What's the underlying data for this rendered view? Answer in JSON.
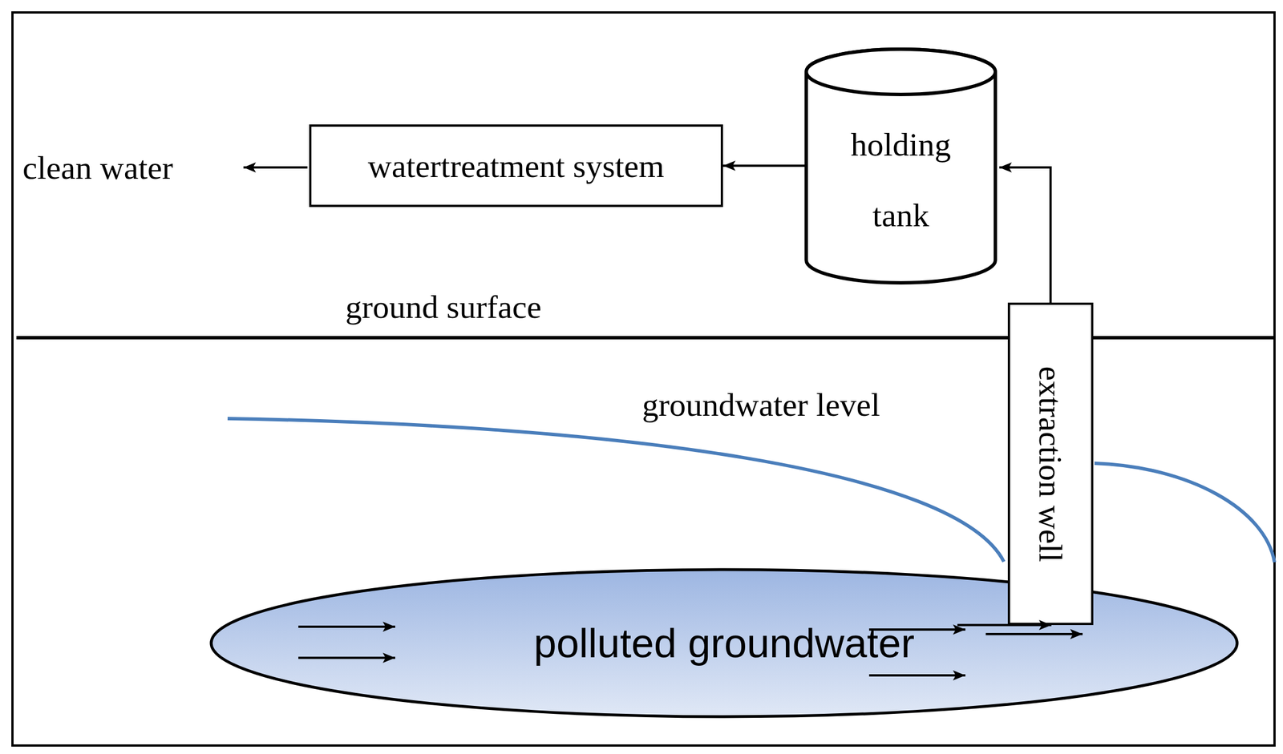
{
  "diagram": {
    "nodes": [
      {
        "text": [
          "watertreatment system"
        ]
      },
      {
        "text": [
          "holding tank"
        ]
      },
      {
        "text": [
          "extraction well"
        ]
      },
      {
        "text": [
          "polluted groundwater"
        ]
      }
    ],
    "edges": [
      {
        "from": 1,
        "to": 0,
        "arrow": "to"
      },
      {
        "from": 2,
        "to": 1,
        "arrow": "to"
      }
    ],
    "labels": [
      "clean water",
      "ground surface",
      "groundwater level"
    ]
  }
}
